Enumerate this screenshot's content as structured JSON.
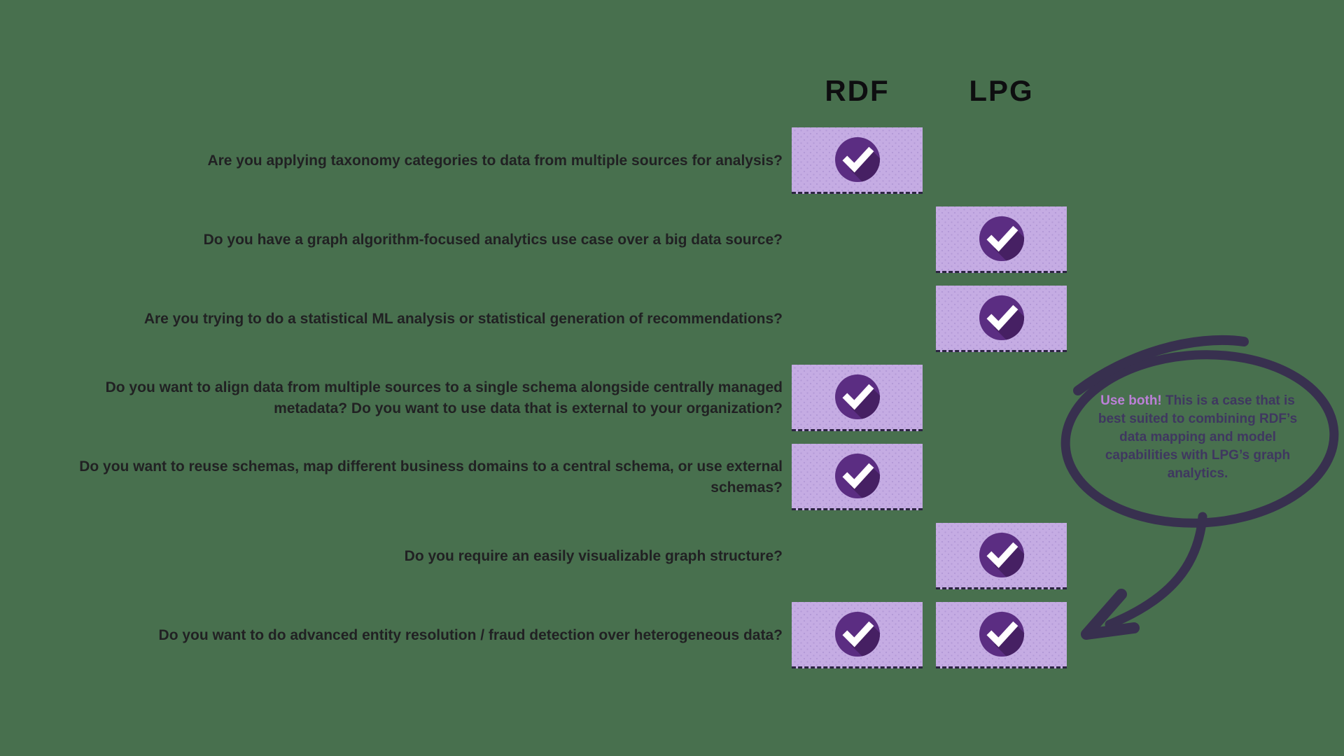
{
  "page": {
    "background_color": "#48704e"
  },
  "header": {
    "columns": [
      {
        "id": "rdf",
        "label": "RDF"
      },
      {
        "id": "lpg",
        "label": "LPG"
      }
    ]
  },
  "colors": {
    "tile_background": "#c5ace3",
    "tile_dot": "#b49ad7",
    "check_circle": "#5b2d82",
    "check_shadow": "#462063",
    "check_mark": "#ffffff",
    "question_text": "#212123",
    "annotation_stroke": "#38304f",
    "callout_lead": "#bc80d8",
    "callout_body": "#3f3760"
  },
  "rows": [
    {
      "question": "Are you applying taxonomy categories to data from multiple sources for analysis?",
      "rdf": true,
      "lpg": false
    },
    {
      "question": "Do you have a graph algorithm-focused analytics use case over a big data source?",
      "rdf": false,
      "lpg": true
    },
    {
      "question": "Are you trying to do a statistical ML analysis or statistical generation of recommendations?",
      "rdf": false,
      "lpg": true
    },
    {
      "question": "Do you want to align data from multiple sources to a single schema alongside centrally managed metadata? Do you want to use data that is external to your organization?",
      "rdf": true,
      "lpg": false
    },
    {
      "question": "Do you want to reuse schemas, map different business domains to a central schema, or use external schemas?",
      "rdf": true,
      "lpg": false
    },
    {
      "question": "Do you require an easily visualizable graph structure?",
      "rdf": false,
      "lpg": true
    },
    {
      "question": "Do you want to do advanced entity resolution / fraud detection over heterogeneous data?",
      "rdf": true,
      "lpg": true
    }
  ],
  "callout": {
    "lead": "Use both!",
    "body": "This is a case that is best suited to combining RDF’s data mapping and model capabilities with LPG’s graph analytics."
  }
}
